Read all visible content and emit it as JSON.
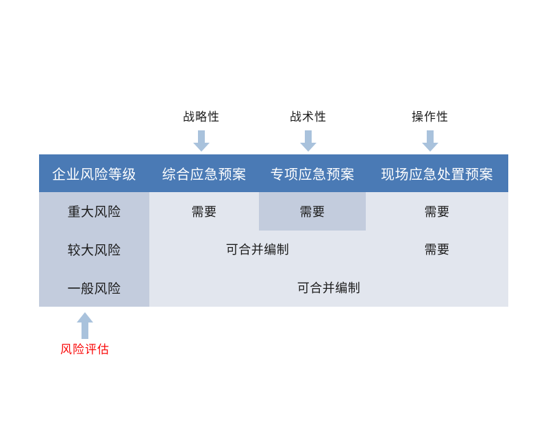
{
  "annotations": {
    "top": [
      {
        "label": "战略性",
        "icon": "arrow-down-icon"
      },
      {
        "label": "战术性",
        "icon": "arrow-down-icon"
      },
      {
        "label": "操作性",
        "icon": "arrow-down-icon"
      }
    ],
    "bottom": {
      "label": "风险评估",
      "icon": "arrow-up-icon",
      "color": "#fa0a0a"
    }
  },
  "table": {
    "headers": [
      "企业风险等级",
      "综合应急预案",
      "专项应急预案",
      "现场应急处置预案"
    ],
    "rows": [
      {
        "level": "重大风险",
        "cells": [
          {
            "text": "需要",
            "span": 1,
            "highlighted": false
          },
          {
            "text": "需要",
            "span": 1,
            "highlighted": true
          },
          {
            "text": "需要",
            "span": 1,
            "highlighted": false
          }
        ]
      },
      {
        "level": "较大风险",
        "cells": [
          {
            "text": "可合并编制",
            "span": 2,
            "highlighted": false
          },
          {
            "text": "需要",
            "span": 1,
            "highlighted": false
          }
        ]
      },
      {
        "level": "一般风险",
        "cells": [
          {
            "text": "可合并编制",
            "span": 3,
            "highlighted": false
          }
        ]
      }
    ]
  },
  "colors": {
    "header_blue": "#4a7ab5",
    "row_label_blue": "#c3ccdd",
    "cell_light": "#e2e6ee",
    "arrow_blue": "#a9c2dc",
    "accent_red": "#fa0a0a"
  }
}
